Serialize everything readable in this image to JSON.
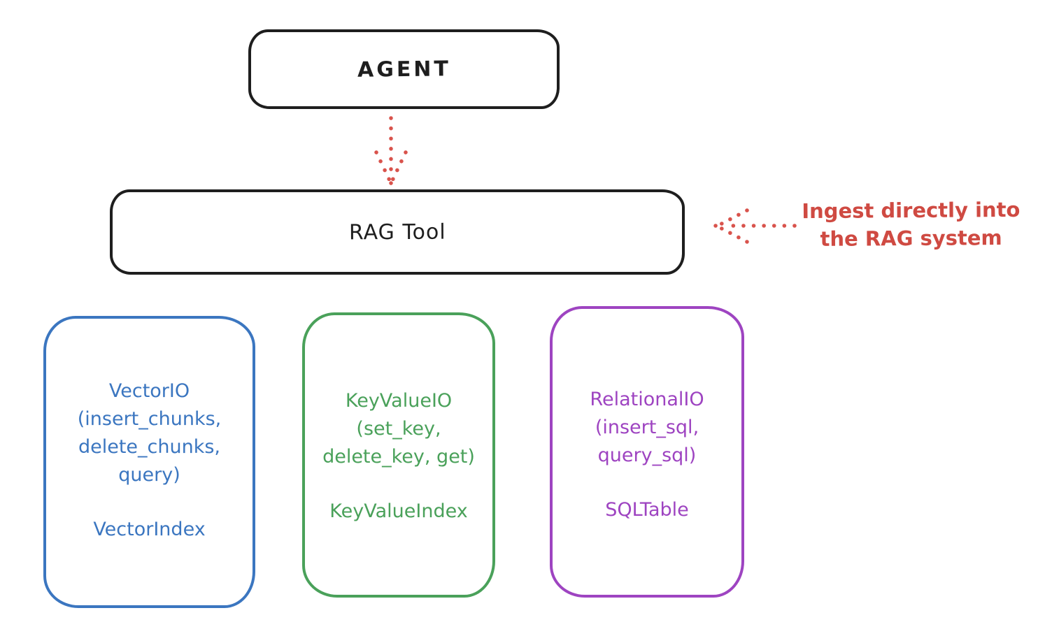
{
  "nodes": {
    "agent": {
      "label": "AGENT"
    },
    "rag_tool": {
      "label": "RAG Tool"
    }
  },
  "annotation": {
    "lines": [
      "Ingest directly into",
      "the RAG system"
    ]
  },
  "backends": [
    {
      "id": "vector-io",
      "color": "#3b76c0",
      "title_lines": [
        "VectorIO",
        "(insert_chunks,",
        "delete_chunks,",
        "query)"
      ],
      "index_label": "VectorIndex"
    },
    {
      "id": "keyvalue-io",
      "color": "#4aa15a",
      "title_lines": [
        "KeyValueIO",
        "(set_key,",
        "delete_key, get)"
      ],
      "index_label": "KeyValueIndex"
    },
    {
      "id": "relational-io",
      "color": "#9e44c1",
      "title_lines": [
        "RelationalIO",
        "(insert_sql,",
        "query_sql)"
      ],
      "index_label": "SQLTable"
    }
  ],
  "colors": {
    "stroke": "#1e1e1e",
    "red": "#cf4a42",
    "blue": "#3b76c0",
    "green": "#4aa15a",
    "purple": "#9e44c1",
    "background": "#ffffff"
  }
}
